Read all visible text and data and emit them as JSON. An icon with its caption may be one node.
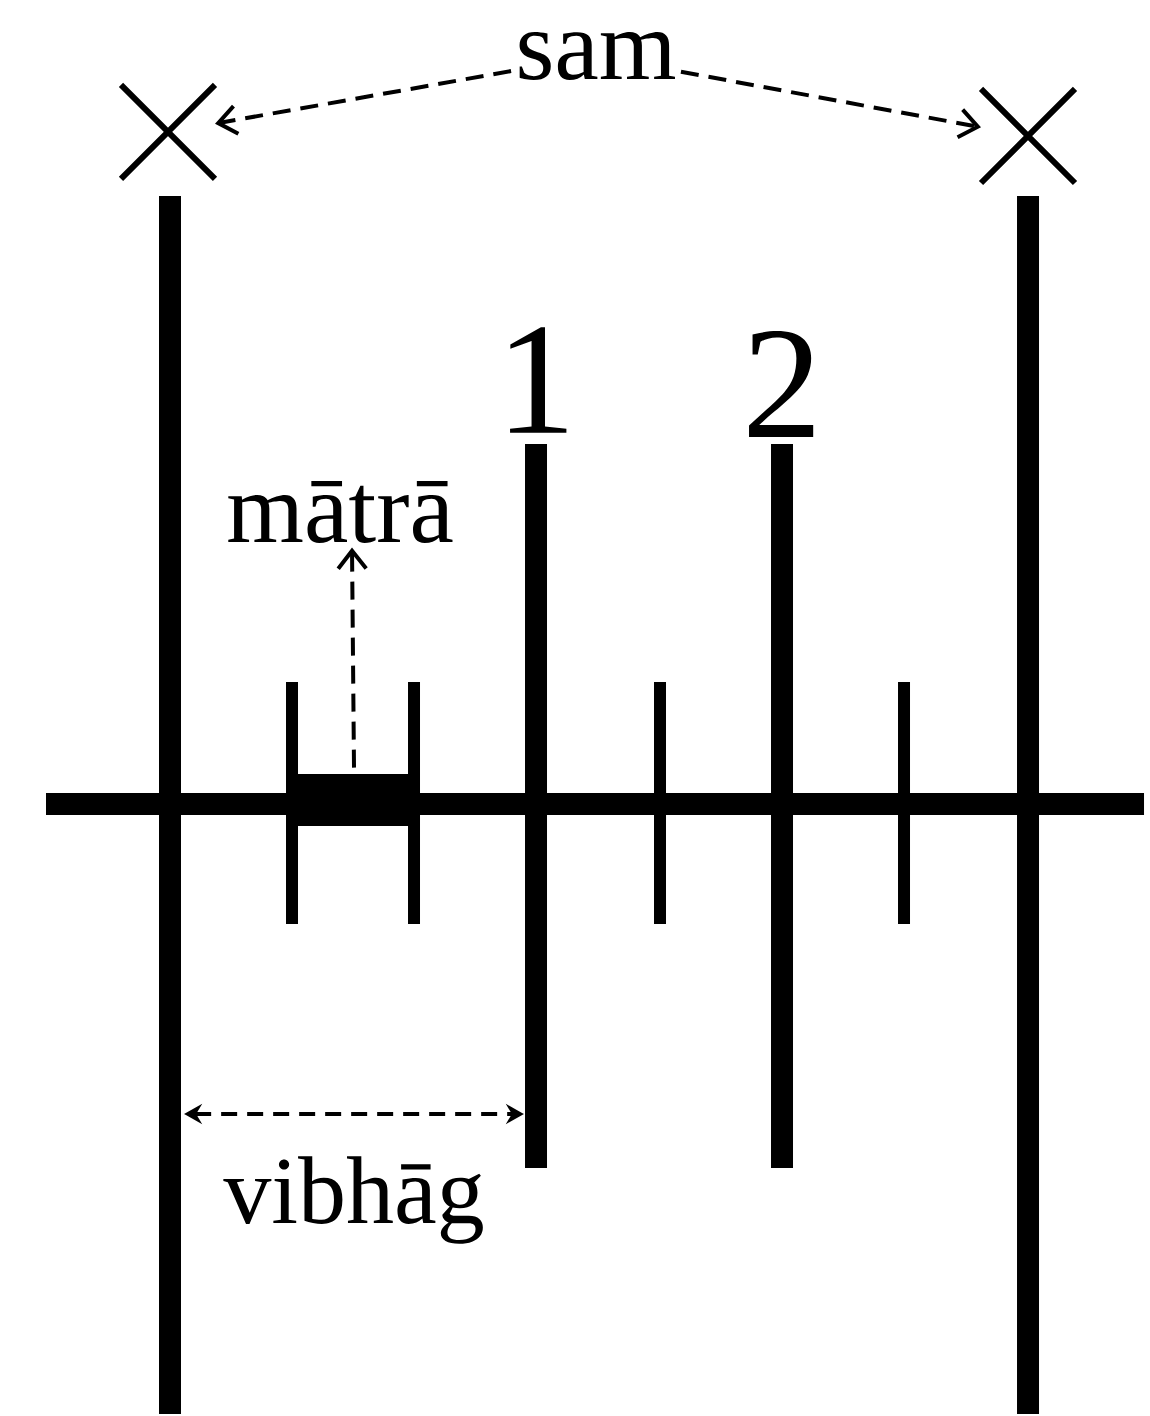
{
  "diagram": {
    "nodes": [
      {
        "text": [
          "sam"
        ]
      },
      {
        "text": [],
        "shape": "cross"
      },
      {
        "text": [],
        "shape": "cross"
      },
      {
        "text": [
          "mātrā"
        ]
      },
      {
        "text": [],
        "shape": "bar"
      }
    ],
    "edges": [
      {
        "from": 0,
        "to": 1,
        "arrow": "to",
        "style": "dashed"
      },
      {
        "from": 0,
        "to": 2,
        "arrow": "to",
        "style": "dashed"
      },
      {
        "from": 4,
        "to": 3,
        "arrow": "to",
        "style": "dashed"
      }
    ],
    "labels": [
      "1",
      "2",
      "vibhāg"
    ]
  }
}
